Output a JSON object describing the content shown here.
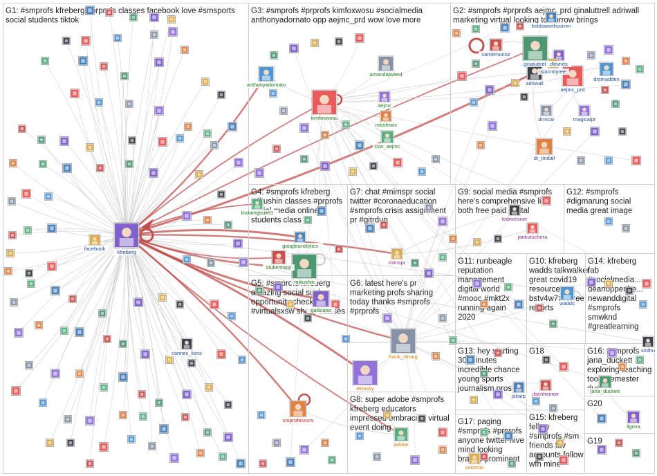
{
  "colors": {
    "edge": "#c9c9c9",
    "edge_strong": "#c0504d",
    "box": "#cfcfcf",
    "label_green": "#1e7b1e",
    "label_blue": "#1f4e9e",
    "label_red": "#c62828",
    "label_purple": "#8e2c8e",
    "label_orange": "#d07a00"
  },
  "groups": [
    {
      "id": "G1",
      "lines": [
        "G1: #smprofs kfreberg #prprofs classes facebook love #smsports",
        "social students tiktok"
      ]
    },
    {
      "id": "G3",
      "lines": [
        "G3: #smprofs #prprofs kimfoxwosu #socialmedia",
        "anthonyadornato opp aejmc_prd wow love more"
      ]
    },
    {
      "id": "G2",
      "lines": [
        "G2: #smprofs #prprofs aejmc_prd ginaluttrell adriwall",
        "marketing virtual looking tomorrow brings"
      ]
    },
    {
      "id": "G4",
      "lines": [
        "G4: #smprofs kfreberg",
        "mjkushin classes #prprofs",
        "social media online",
        "students class"
      ]
    },
    {
      "id": "G7",
      "lines": [
        "G7: chat #mimspr social",
        "twitter #coronaeducation",
        "#smprofs crisis assignment",
        "pr #gitrdun"
      ]
    },
    {
      "id": "G9",
      "lines": [
        "G9: social media #smprofs",
        "here's comprehensive list",
        "both free paid digital"
      ]
    },
    {
      "id": "G12",
      "lines": [
        "G12: #smprofs",
        "#digmarung social",
        "media great image"
      ]
    },
    {
      "id": "G11",
      "lines": [
        "G11: runbeagle",
        "reputation",
        "management",
        "digital world",
        "#mooc #mkt2x",
        "running again",
        "2020"
      ]
    },
    {
      "id": "G10",
      "lines": [
        "G10: kfreberg",
        "wadds talkwalker",
        "great covid19",
        "resource co",
        "bstv4w7zln free",
        "reports"
      ]
    },
    {
      "id": "G14",
      "lines": [
        "G14: kfreberg",
        "fab",
        "#socialmedia...",
        "deanoppenhe...",
        "newanddigital",
        "#smprofs",
        "smwknd",
        "#greatlearning"
      ]
    },
    {
      "id": "G6",
      "lines": [
        "G6: latest here's pr",
        "marketing profs sharing",
        "today thanks #smprofs",
        "#prprofs"
      ]
    },
    {
      "id": "G5",
      "lines": [
        "G5: #smprofs kfreberg",
        "amazing social such",
        "opportunity check",
        "#virtualsxsw share classes"
      ]
    },
    {
      "id": "G13",
      "lines": [
        "G13: hey starting",
        "30 minutes",
        "incredible chance",
        "young sports",
        "journalism pros"
      ]
    },
    {
      "id": "G18",
      "lines": [
        "G18"
      ]
    },
    {
      "id": "G16",
      "lines": [
        "G16: #smprofs",
        "jana_duckett",
        "exploring teaching",
        "tools semester",
        "due..."
      ]
    },
    {
      "id": "G8",
      "lines": [
        "G8: super adobe #smprofs",
        "kfreberg educators",
        "impressed embracing virtual",
        "event doing"
      ]
    },
    {
      "id": "G15",
      "lines": [
        "G15: kfreberg",
        "fellow",
        "#smprofs #sm",
        "friends fav",
        "accounts follow",
        "wfh mine"
      ]
    },
    {
      "id": "G20",
      "lines": [
        "G20"
      ]
    },
    {
      "id": "G17",
      "lines": [
        "G17: paging",
        "#smprofs #prprofs",
        "anyone twitter hive",
        "mind looking",
        "brands prominent"
      ]
    },
    {
      "id": "G19",
      "lines": [
        "G19"
      ]
    }
  ],
  "node_labels": [
    {
      "id": "kfreberg",
      "text": "kfreberg",
      "color": "label_blue"
    },
    {
      "id": "facebook",
      "text": "facebook",
      "color": "label_blue"
    },
    {
      "id": "cannes_lions",
      "text": "cannes_lions",
      "color": "label_blue"
    },
    {
      "id": "kimfoxwosu",
      "text": "kimfoxwosu",
      "color": "label_green"
    },
    {
      "id": "anthonyadornato",
      "text": "anthonyadornato",
      "color": "label_green"
    },
    {
      "id": "amandajweed",
      "text": "amandajweed",
      "color": "label_green"
    },
    {
      "id": "aejmc",
      "text": "aejmc",
      "color": "label_green"
    },
    {
      "id": "mitzilewis",
      "text": "mitzilewis",
      "color": "label_green"
    },
    {
      "id": "csw_aejmc",
      "text": "csw_aejmc",
      "color": "label_green"
    },
    {
      "id": "holdsworthcomm",
      "text": "holdsworthcomm",
      "color": "label_blue"
    },
    {
      "id": "carriemunoz",
      "text": "carriemunoz",
      "color": "label_blue"
    },
    {
      "id": "ginaluttrell",
      "text": "ginaluttrell",
      "color": "label_blue"
    },
    {
      "id": "dlevries",
      "text": "dlevries",
      "color": "label_blue"
    },
    {
      "id": "siacmtyree",
      "text": "siacmtyree",
      "color": "label_blue"
    },
    {
      "id": "adriwall",
      "text": "adriwall",
      "color": "label_blue"
    },
    {
      "id": "aejmc_prd",
      "text": "aejmc_prd",
      "color": "label_blue"
    },
    {
      "id": "drsmadden",
      "text": "drsmadden",
      "color": "label_blue"
    },
    {
      "id": "drmcar",
      "text": "drmcar",
      "color": "label_blue"
    },
    {
      "id": "magicalpr",
      "text": "magicalpr",
      "color": "label_blue"
    },
    {
      "id": "dr_tindall",
      "text": "dr_tindall",
      "color": "label_blue"
    },
    {
      "id": "lindamgoulet1",
      "text": "lindamgoulet1",
      "color": "label_green"
    },
    {
      "id": "googleanalytics",
      "text": "googleanalytics",
      "color": "label_green"
    },
    {
      "id": "stukentapp",
      "text": "stukentapp",
      "color": "label_green"
    },
    {
      "id": "mjkushin",
      "text": "mjkushin",
      "color": "label_green"
    },
    {
      "id": "gallicano",
      "text": "gallicano",
      "color": "label_green"
    },
    {
      "id": "mimspr",
      "text": "mimspr",
      "color": "label_purple"
    },
    {
      "id": "todmeisner",
      "text": "todmeisner",
      "color": "label_purple"
    },
    {
      "id": "jankutschera",
      "text": "jankutschera",
      "color": "label_purple"
    },
    {
      "id": "wadds",
      "text": "wadds",
      "color": "label_blue"
    },
    {
      "id": "frank_strong",
      "text": "frank_strong",
      "color": "label_orange"
    },
    {
      "id": "ekinsky",
      "text": "ekinsky",
      "color": "label_orange"
    },
    {
      "id": "smprofessors",
      "text": "smprofessors",
      "color": "label_red"
    },
    {
      "id": "adobe",
      "text": "adobe",
      "color": "label_orange"
    },
    {
      "id": "jskarp",
      "text": "jskarp",
      "color": "label_blue"
    },
    {
      "id": "jlsenheimer",
      "text": "jlsenheimer",
      "color": "label_purple"
    },
    {
      "id": "jana_duckett",
      "text": "jana_duckett",
      "color": "label_green"
    },
    {
      "id": "ligova",
      "text": "ligova",
      "color": "label_green"
    },
    {
      "id": "voicesiu",
      "text": "voicesiu",
      "color": "label_orange"
    },
    {
      "id": "smlhu",
      "text": "smlhu",
      "color": "label_blue"
    }
  ]
}
